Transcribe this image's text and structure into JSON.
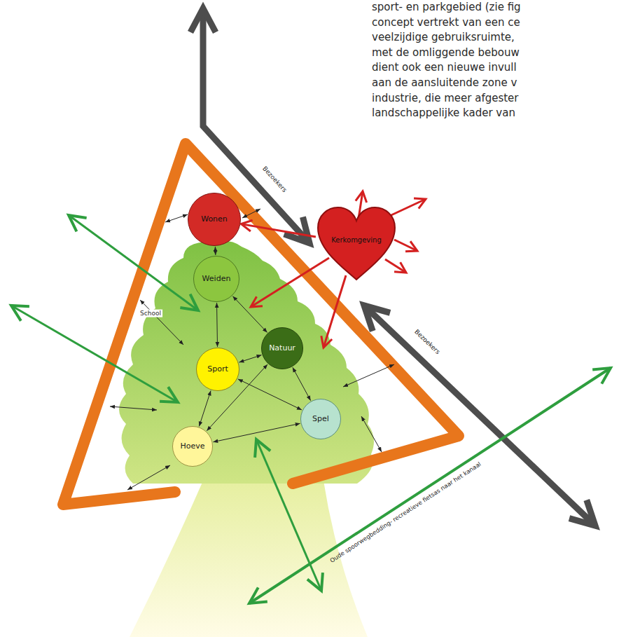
{
  "diagram": {
    "nodes": [
      {
        "text": [
          "Wonen"
        ]
      },
      {
        "text": [
          "Kerkomgeving"
        ]
      },
      {
        "text": [
          "Weiden"
        ]
      },
      {
        "text": [
          "Sport"
        ]
      },
      {
        "text": [
          "Natuur"
        ]
      },
      {
        "text": [
          "Spel"
        ]
      },
      {
        "text": [
          "Hoeve"
        ]
      }
    ],
    "edges": [
      {
        "from": 1,
        "to": 0,
        "arrow": "to"
      },
      {
        "from": 0,
        "to": 2,
        "arrow": "both"
      },
      {
        "from": 2,
        "to": 3,
        "arrow": "both"
      },
      {
        "from": 2,
        "to": 4,
        "arrow": "both"
      },
      {
        "from": 3,
        "to": 4,
        "arrow": "both"
      },
      {
        "from": 3,
        "to": 5,
        "arrow": "both"
      },
      {
        "from": 3,
        "to": 6,
        "arrow": "both"
      },
      {
        "from": 6,
        "to": 4,
        "arrow": "both"
      },
      {
        "from": 6,
        "to": 5,
        "arrow": "both"
      },
      {
        "from": 4,
        "to": 5,
        "arrow": "both"
      }
    ],
    "labels": [
      "sport- en parkgebied (zie fig",
      "concept vertrekt van een ce",
      "veelzijdige gebruiksruimte,",
      "met de omliggende bebouw",
      "dient ook een nieuwe invull",
      "aan de aansluitende zone v",
      "industrie, die meer afgester",
      "landschappelijke kader van",
      "School",
      "Bezoekers",
      "Bezoekers",
      "Oude spoorwegbedding- recreatieve fietsas naar het kanaal"
    ]
  }
}
